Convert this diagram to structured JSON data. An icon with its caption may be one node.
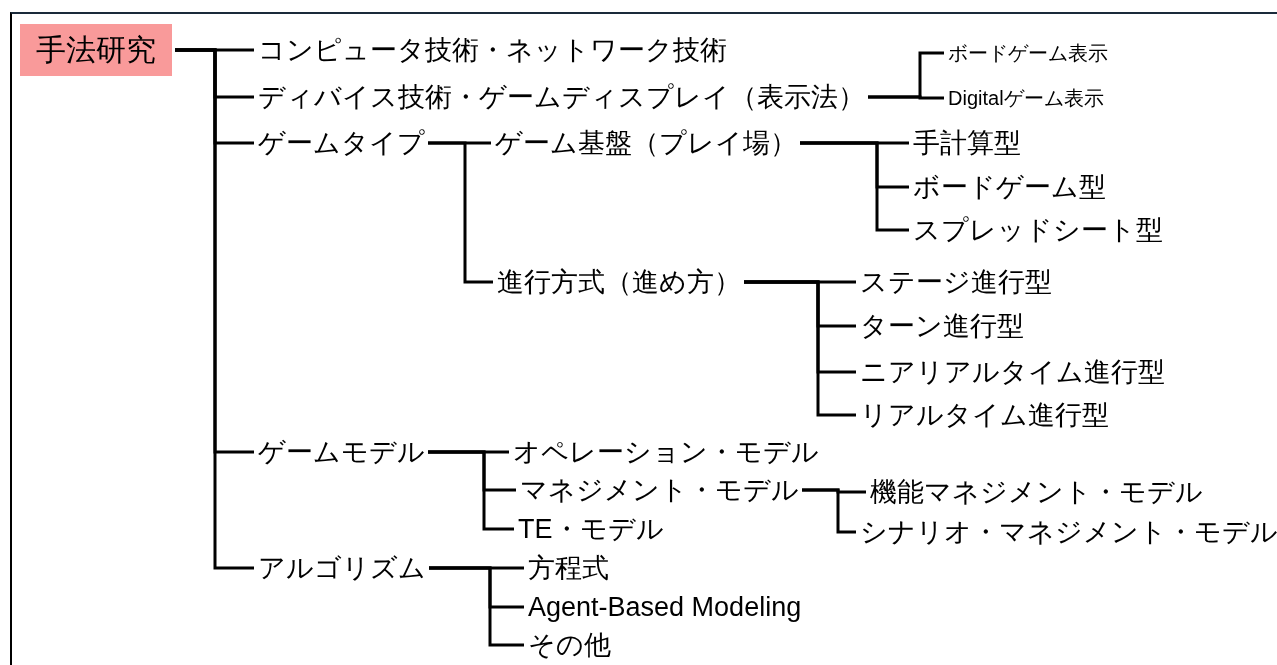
{
  "diagram": {
    "nodes": [
      {
        "text": [
          "手法研究"
        ]
      },
      {
        "text": [
          "コンピュータ技術・ネットワーク技術"
        ]
      },
      {
        "text": [
          "ディバイス技術・ゲームディスプレイ（表示法）"
        ]
      },
      {
        "text": [
          "ボードゲーム表示"
        ]
      },
      {
        "text": [
          "Digitalゲーム表示"
        ]
      },
      {
        "text": [
          "ゲームタイプ"
        ]
      },
      {
        "text": [
          "ゲーム基盤（プレイ場）"
        ]
      },
      {
        "text": [
          "手計算型"
        ]
      },
      {
        "text": [
          "ボードゲーム型"
        ]
      },
      {
        "text": [
          "スプレッドシート型"
        ]
      },
      {
        "text": [
          "進行方式（進め方）"
        ]
      },
      {
        "text": [
          "ステージ進行型"
        ]
      },
      {
        "text": [
          "ターン進行型"
        ]
      },
      {
        "text": [
          "ニアリアルタイム進行型"
        ]
      },
      {
        "text": [
          "リアルタイム進行型"
        ]
      },
      {
        "text": [
          "ゲームモデル"
        ]
      },
      {
        "text": [
          "オペレーション・モデル"
        ]
      },
      {
        "text": [
          "マネジメント・モデル"
        ]
      },
      {
        "text": [
          "機能マネジメント・モデル"
        ]
      },
      {
        "text": [
          "シナリオ・マネジメント・モデル"
        ]
      },
      {
        "text": [
          "TE・モデル"
        ]
      },
      {
        "text": [
          "アルゴリズム"
        ]
      },
      {
        "text": [
          "方程式"
        ]
      },
      {
        "text": [
          "Agent-Based Modeling"
        ]
      },
      {
        "text": [
          "その他"
        ]
      }
    ],
    "edges": [
      {
        "from": 0,
        "to": 1,
        "arrow": "none"
      },
      {
        "from": 0,
        "to": 2,
        "arrow": "none"
      },
      {
        "from": 0,
        "to": 5,
        "arrow": "none"
      },
      {
        "from": 0,
        "to": 15,
        "arrow": "none"
      },
      {
        "from": 0,
        "to": 21,
        "arrow": "none"
      },
      {
        "from": 2,
        "to": 3,
        "arrow": "none"
      },
      {
        "from": 2,
        "to": 4,
        "arrow": "none"
      },
      {
        "from": 5,
        "to": 6,
        "arrow": "none"
      },
      {
        "from": 5,
        "to": 10,
        "arrow": "none"
      },
      {
        "from": 6,
        "to": 7,
        "arrow": "none"
      },
      {
        "from": 6,
        "to": 8,
        "arrow": "none"
      },
      {
        "from": 6,
        "to": 9,
        "arrow": "none"
      },
      {
        "from": 10,
        "to": 11,
        "arrow": "none"
      },
      {
        "from": 10,
        "to": 12,
        "arrow": "none"
      },
      {
        "from": 10,
        "to": 13,
        "arrow": "none"
      },
      {
        "from": 10,
        "to": 14,
        "arrow": "none"
      },
      {
        "from": 15,
        "to": 16,
        "arrow": "none"
      },
      {
        "from": 15,
        "to": 17,
        "arrow": "none"
      },
      {
        "from": 15,
        "to": 20,
        "arrow": "none"
      },
      {
        "from": 17,
        "to": 18,
        "arrow": "none"
      },
      {
        "from": 17,
        "to": 19,
        "arrow": "none"
      },
      {
        "from": 21,
        "to": 22,
        "arrow": "none"
      },
      {
        "from": 21,
        "to": 23,
        "arrow": "none"
      },
      {
        "from": 21,
        "to": 24,
        "arrow": "none"
      }
    ]
  }
}
